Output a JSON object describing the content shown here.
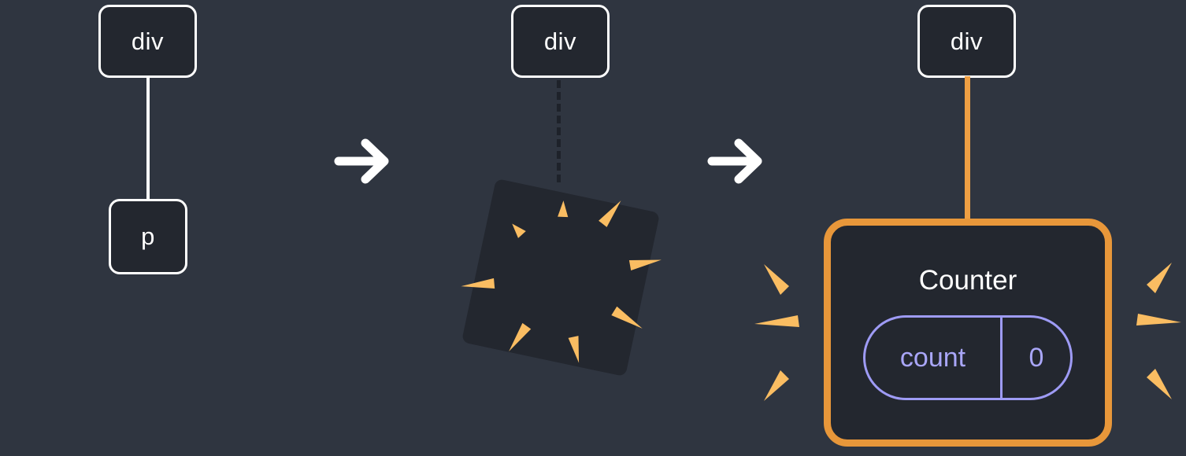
{
  "diagram": {
    "step1": {
      "parent_node": "div",
      "child_node": "p"
    },
    "step2": {
      "parent_node": "div"
    },
    "step3": {
      "parent_node": "div",
      "component": {
        "title": "Counter",
        "state": {
          "key": "count",
          "value": "0"
        }
      }
    }
  },
  "colors": {
    "background": "#2f3540",
    "node_fill": "#23272f",
    "node_border": "#ffffff",
    "arrow": "#ffffff",
    "dashed_edge": "#1e222a",
    "spark_orange": "#fabd62",
    "connector_orange": "#ef9f43",
    "card_border_orange": "#e8973a",
    "state_lavender": "#9e9bf5",
    "state_text_lavender": "#a9a6f8"
  }
}
